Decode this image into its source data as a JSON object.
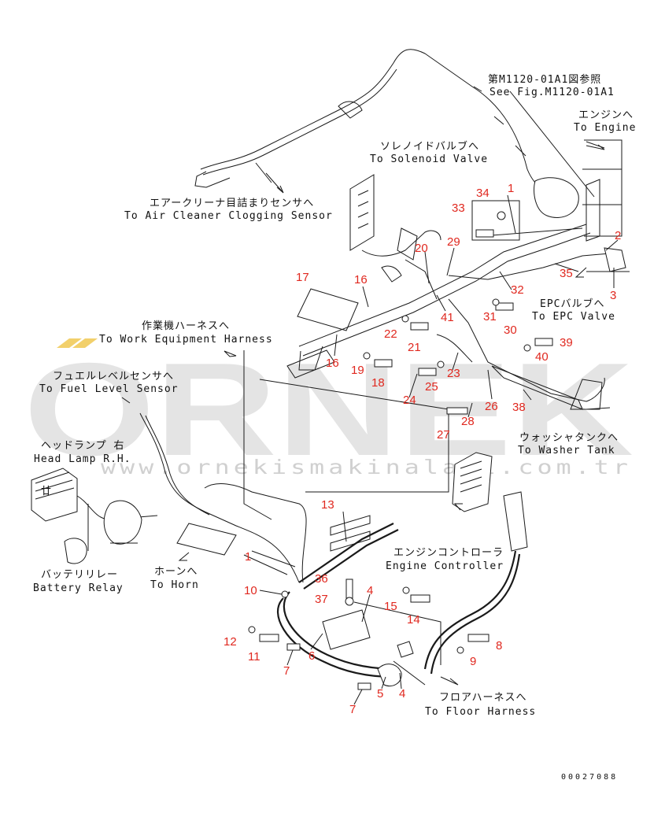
{
  "watermark": {
    "brand": "ORNEK",
    "url": "www.ornekismakinalari.com.tr",
    "brand_color": "#cfcfcf",
    "accent_color": "#f2d06b"
  },
  "labels": {
    "ref_fig_jp": "第M1120-01A1図参照",
    "ref_fig_en": "See Fig.M1120-01A1",
    "engine_jp": "エンジンへ",
    "engine_en": "To Engine",
    "solenoid_jp": "ソレノイドバルブへ",
    "solenoid_en": "To Solenoid Valve",
    "air_cleaner_jp": "エアークリーナ目詰まりセンサへ",
    "air_cleaner_en": "To Air Cleaner Clogging Sensor",
    "epc_jp": "EPCバルブへ",
    "epc_en": "To EPC Valve",
    "work_eq_jp": "作業機ハーネスへ",
    "work_eq_en": "To Work Equipment Harness",
    "fuel_jp": "フュエルレベルセンサへ",
    "fuel_en": "To Fuel Level Sensor",
    "head_lamp_jp": "ヘッドランプ 右",
    "head_lamp_en": "Head Lamp R.H.",
    "washer_jp": "ウォッシャタンクへ",
    "washer_en": "To Washer Tank",
    "controller_jp": "エンジンコントローラ",
    "controller_en": "Engine Controller",
    "horn_jp": "ホーンへ",
    "horn_en": "To Horn",
    "battery_jp": "バッテリリレー",
    "battery_en": "Battery Relay",
    "floor_jp": "フロアハーネスへ",
    "floor_en": "To Floor Harness"
  },
  "callouts": [
    "1",
    "2",
    "3",
    "4",
    "5",
    "6",
    "7",
    "8",
    "9",
    "10",
    "11",
    "12",
    "13",
    "14",
    "15",
    "16",
    "17",
    "18",
    "19",
    "20",
    "21",
    "22",
    "23",
    "24",
    "25",
    "26",
    "27",
    "28",
    "29",
    "30",
    "31",
    "32",
    "33",
    "34",
    "35",
    "36",
    "37",
    "38",
    "39",
    "40",
    "41"
  ],
  "callout_dup": {
    "c1b": "1",
    "c4b": "4",
    "c7b": "7",
    "c16b": "16"
  },
  "lamp_mark": "廿",
  "drawing_code": "00027088",
  "colors": {
    "callout": "#e0281f",
    "ink": "#1a1a1a"
  }
}
